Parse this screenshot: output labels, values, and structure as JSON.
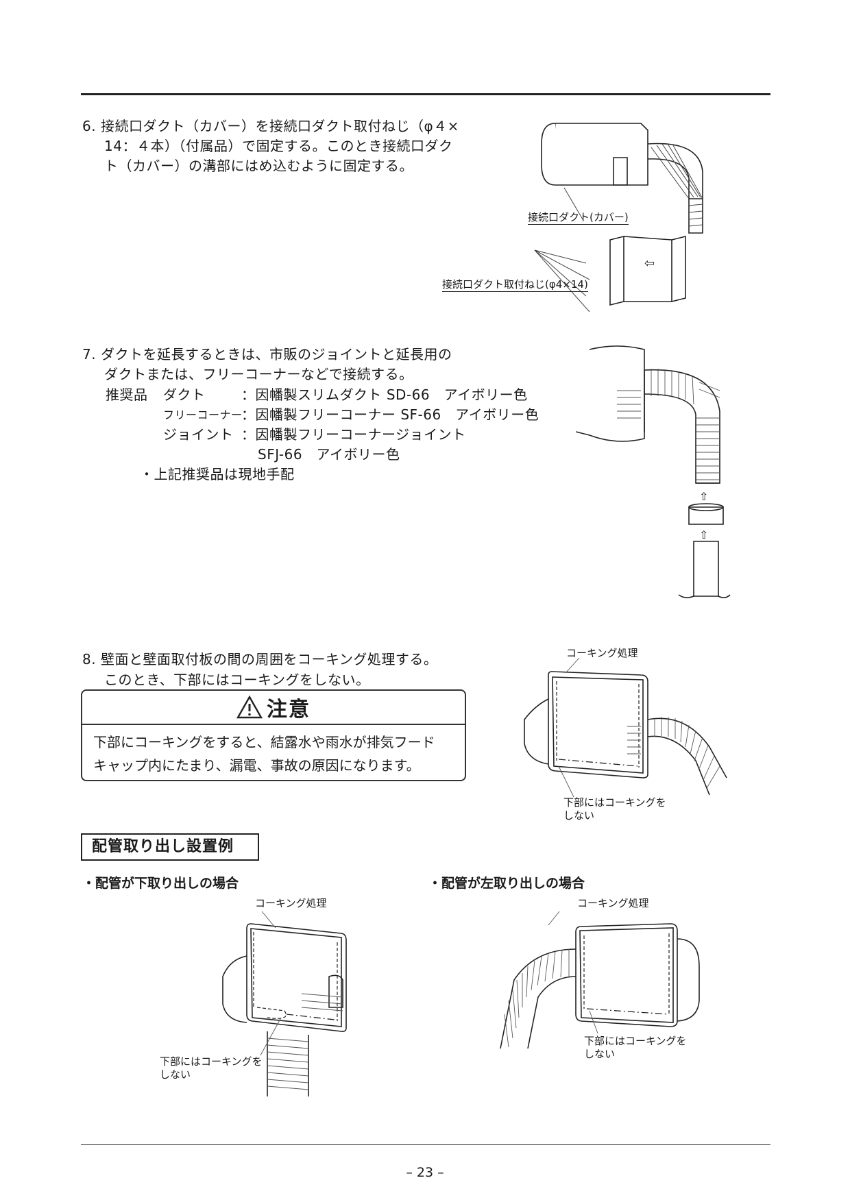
{
  "page_number": "– 23 –",
  "step6": {
    "lines": [
      "6. 接続口ダクト（カバー）を接続口ダクト取付ねじ（φ４×",
      "14：４本）（付属品）で固定する。このとき接続口ダク",
      "ト（カバー）の溝部にはめ込むように固定する。"
    ],
    "fig_label_cover": "接続口ダクト(カバー)",
    "fig_label_screw": "接続口ダクト取付ねじ(φ4×14)"
  },
  "step7": {
    "lines": [
      "7. ダクトを延長するときは、市販のジョイントと延長用の",
      "ダクトまたは、フリーコーナーなどで接続する。"
    ],
    "recommend_label": "推奨品",
    "items": [
      {
        "name": "ダクト",
        "value": "：因幡製スリムダクト SD-66　アイボリー色"
      },
      {
        "name": "フリーコーナー",
        "value": "：因幡製フリーコーナー SF-66　アイボリー色"
      },
      {
        "name": "ジョイント",
        "value": "：因幡製フリーコーナージョイント"
      }
    ],
    "joint_cont": "SFJ-66　アイボリー色",
    "note": "・上記推奨品は現地手配"
  },
  "step8": {
    "lines": [
      "8. 壁面と壁面取付板の間の周囲をコーキング処理する。",
      "このとき、下部にはコーキングをしない。"
    ],
    "caulk_label": "コーキング処理",
    "no_caulk_label": [
      "下部にはコーキングを",
      "しない"
    ]
  },
  "caution": {
    "title": "注意",
    "lines": [
      "下部にコーキングをすると、結露水や雨水が排気フード",
      "キャップ内にたまり、漏電、事故の原因になります。"
    ]
  },
  "section_title": "配管取り出し設置例",
  "example_bottom": {
    "title": "・配管が下取り出しの場合",
    "caulk_label": "コーキング処理",
    "no_caulk_label": [
      "下部にはコーキングを",
      "しない"
    ]
  },
  "example_left": {
    "title": "・配管が左取り出しの場合",
    "caulk_label": "コーキング処理",
    "no_caulk_label": [
      "下部にはコーキングを",
      "しない"
    ]
  }
}
